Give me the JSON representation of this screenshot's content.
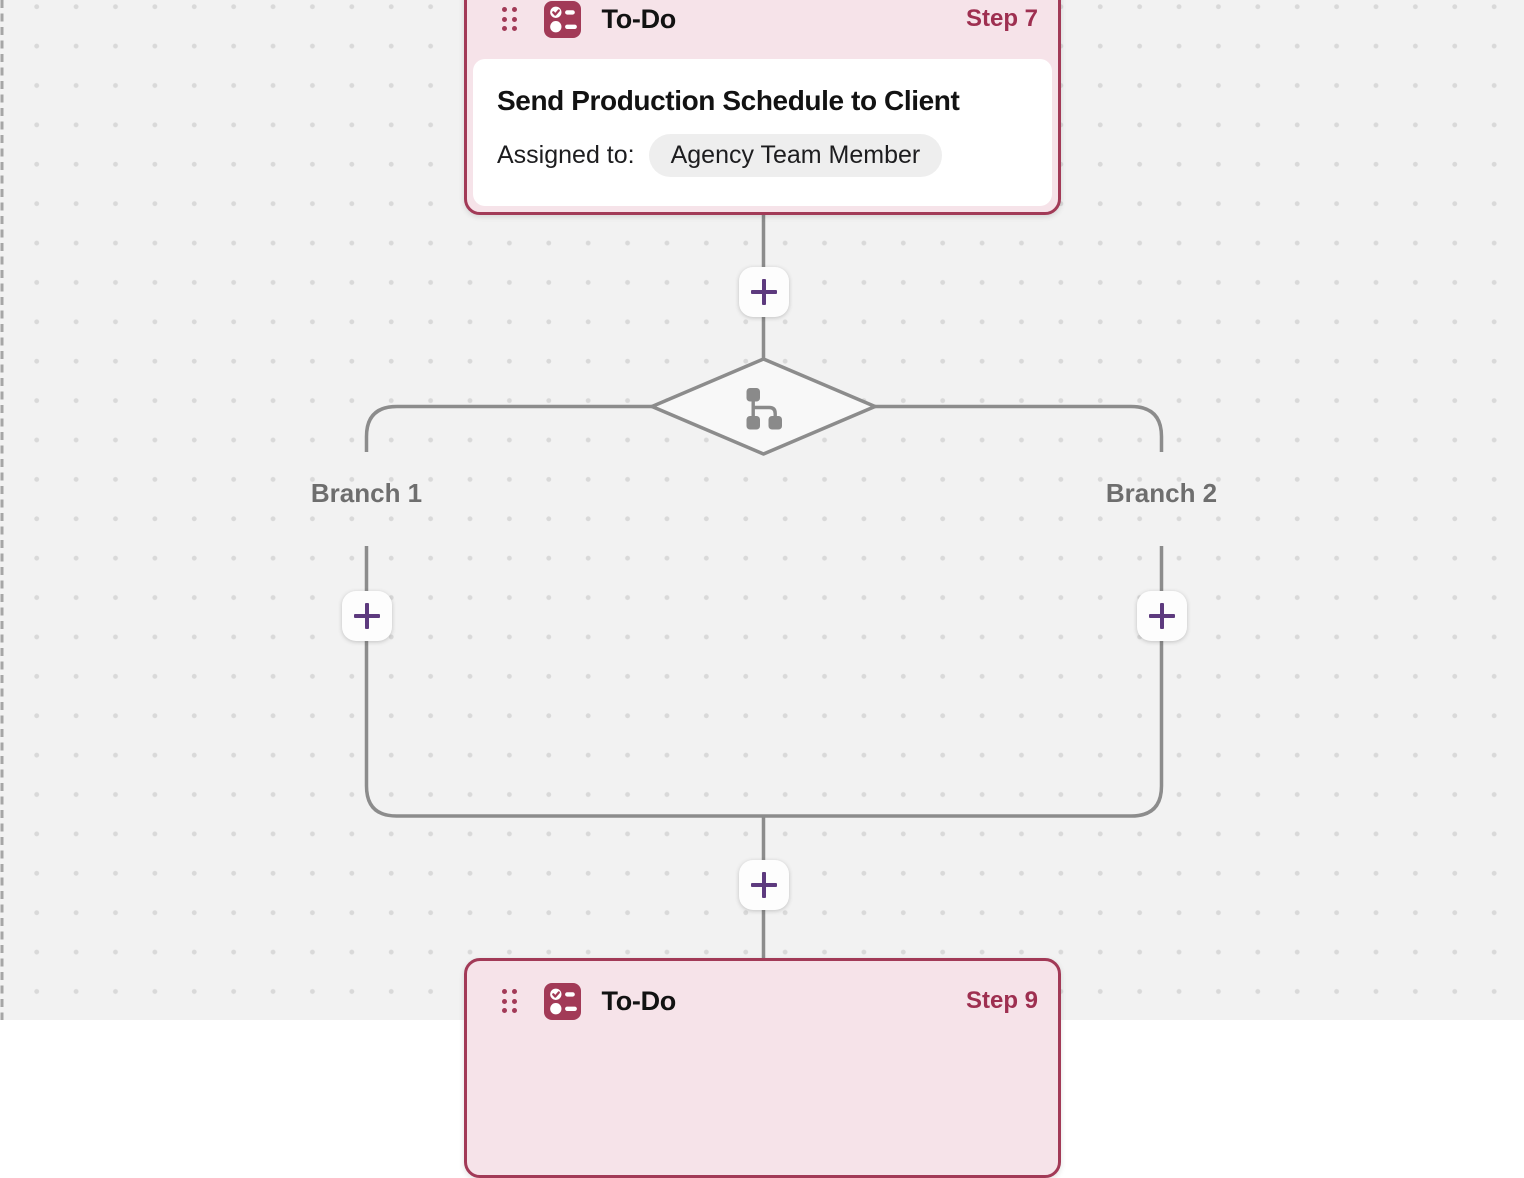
{
  "canvas": {
    "description": "workflow builder dot-grid canvas"
  },
  "colors": {
    "canvas_bg": "#f2f2f2",
    "grid_dot": "#d9d9d9",
    "connector_gray": "#8c8c8c",
    "accent_maroon": "#a23a57",
    "step_text_maroon": "#9e2f50",
    "header_pink": "#f6e3e9",
    "plus_purple": "#5d3a7e",
    "branch_label_gray": "#6e6e6e",
    "pill_bg": "#eeeeee"
  },
  "icons": {
    "drag_handle": "six-dot-grip",
    "todo": "checklist-with-checked-circle",
    "branch_split": "org-tree-branch",
    "plus": "plus-cross"
  },
  "nodes": {
    "top": {
      "type_label": "To-Do",
      "step_label": "Step 7",
      "title": "Send Production Schedule to Client",
      "assigned_to_label": "Assigned to:",
      "assignee": "Agency Team Member"
    },
    "bottom": {
      "type_label": "To-Do",
      "step_label": "Step 9"
    }
  },
  "branches": {
    "left_label": "Branch 1",
    "right_label": "Branch 2"
  }
}
